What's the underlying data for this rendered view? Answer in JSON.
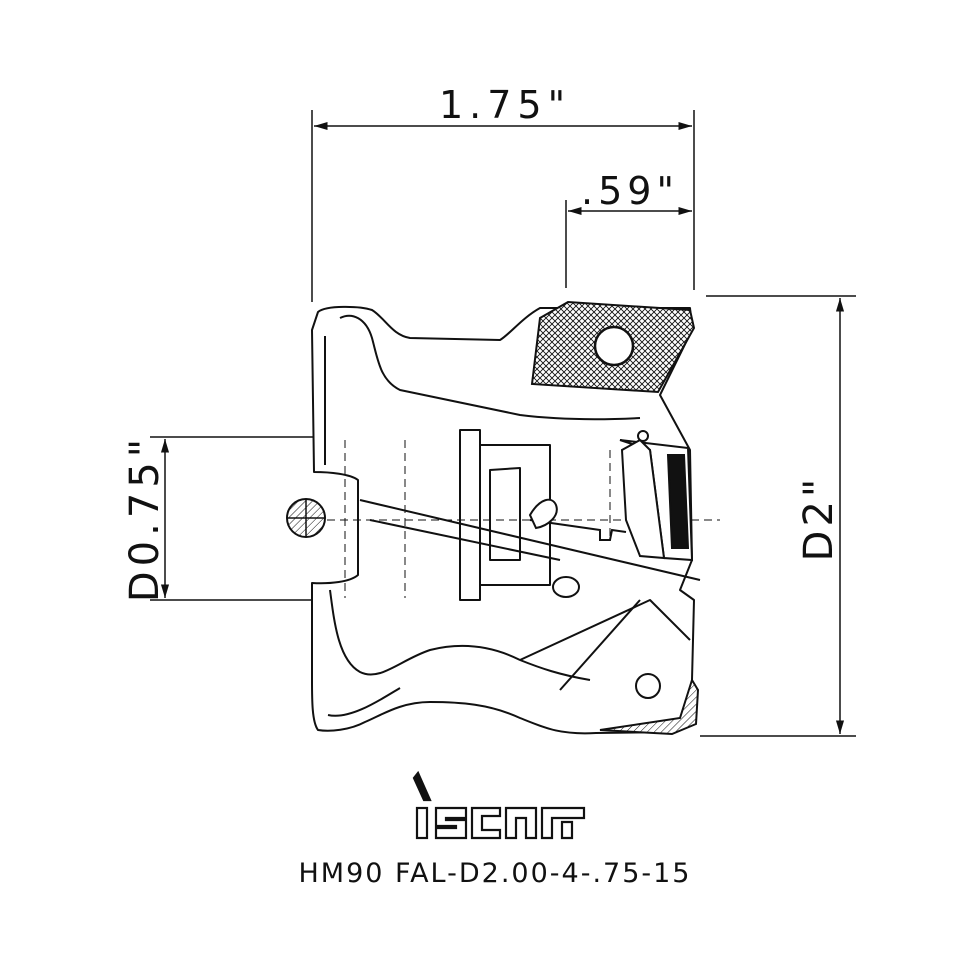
{
  "dimensions": {
    "overall_length": "1.75\"",
    "flute_length": ".59\"",
    "bore_diameter": "D0.75\"",
    "cutter_diameter": "D2\""
  },
  "brand": {
    "logo_text": "iscar",
    "color": "#111111"
  },
  "part_number": "HM90 FAL-D2.00-4-.75-15",
  "colors": {
    "line": "#111111",
    "background": "#ffffff",
    "hatch": "#111111"
  }
}
